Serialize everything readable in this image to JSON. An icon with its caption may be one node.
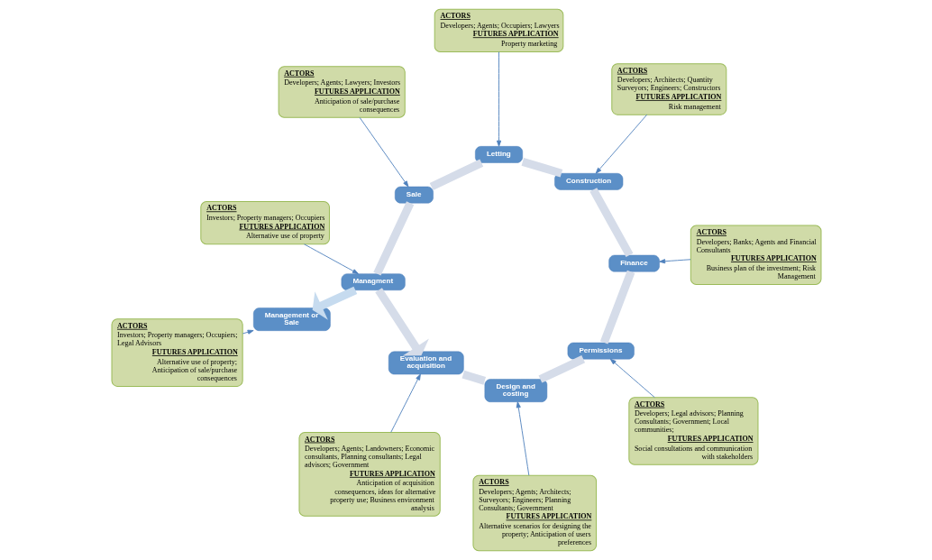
{
  "diagram": {
    "nodes": [
      {
        "text": [
          "ACTORS",
          "Investors; Property managers; Occupiers; Legal Advisors",
          "FUTURES APPLICATION",
          "Alternative use of property; Anticipation of sale/purchase consequences"
        ]
      },
      {
        "text": [
          "Management or Sale"
        ]
      },
      {
        "text": [
          "ACTORS",
          "Developers; Agents; Landowners; Economic consultants, Planning consultants; Legal advisors; Government",
          "FUTURES APPLICATION",
          "Anticipation of acquisition consequences, ideas for alternative property use; Business environment analysis"
        ]
      },
      {
        "text": [
          "ACTORS",
          "Developers; Agents; Architects; Surveyors; Engineers; Planning Consultants; Government",
          "FUTURES APPLICATION",
          "Alternative scenarios for designing the property; Anticipation of users preferences"
        ]
      },
      {
        "text": [
          "ACTORS",
          "Investors; Property managers; Occupiers",
          "FUTURES APPLICATION",
          "Alternative use of property"
        ]
      },
      {
        "text": [
          "Evaluation and acquisition"
        ]
      },
      {
        "text": [
          "Managment"
        ]
      },
      {
        "text": [
          "Design and costing"
        ]
      },
      {
        "text": [
          "ACTORS",
          "Developers; Legal advisors; Planning Consultants; Government; Local communities;",
          "FUTURES APPLICATION",
          "Social consultations and communication with stakeholders"
        ]
      },
      {
        "text": [
          "Sale"
        ]
      },
      {
        "text": [
          "Permissions"
        ]
      },
      {
        "text": [
          "ACTORS",
          "Developers; Agents; Lawyers; Investors",
          "FUTURES APPLICATION",
          "Anticipation of sale/purchase consequences"
        ]
      },
      {
        "text": [
          "Letting"
        ]
      },
      {
        "text": [
          "Finance"
        ]
      },
      {
        "text": [
          "Construction"
        ]
      },
      {
        "text": [
          "ACTORS",
          "Developers; Agents; Occupiers; Lawyers",
          "FUTURES APPLICATION",
          "Property marketing"
        ]
      },
      {
        "text": [
          "ACTORS",
          "Developers; Banks; Agents and Financial Consultants",
          "FUTURES APPLICATION",
          "Business plan of the investment; Risk Management"
        ]
      },
      {
        "text": [
          "ACTORS",
          "Developers; Architects; Quantity Surveyors; Engineers; Constructors",
          "FUTURES APPLICATION",
          "Risk management"
        ]
      }
    ],
    "edges": [
      {
        "from": 0,
        "to": 1,
        "arrow": "to"
      },
      {
        "from": 2,
        "to": 5,
        "arrow": "to"
      },
      {
        "from": 3,
        "to": 7,
        "arrow": "to"
      },
      {
        "from": 4,
        "to": 6,
        "arrow": "to"
      },
      {
        "from": 8,
        "to": 10,
        "arrow": "to"
      },
      {
        "from": 11,
        "to": 9,
        "arrow": "to"
      },
      {
        "from": 15,
        "to": 12,
        "arrow": "to"
      },
      {
        "from": 16,
        "to": 13,
        "arrow": "to"
      },
      {
        "from": 17,
        "to": 14,
        "arrow": "to"
      },
      {
        "from": 5,
        "to": 7,
        "arrow": "none",
        "style": "thick",
        "color": "#d5dce9"
      },
      {
        "from": 7,
        "to": 10,
        "arrow": "none",
        "style": "thick",
        "color": "#d5dce9"
      },
      {
        "from": 10,
        "to": 13,
        "arrow": "none",
        "style": "thick",
        "color": "#d5dce9"
      },
      {
        "from": 13,
        "to": 14,
        "arrow": "none",
        "style": "thick",
        "color": "#d5dce9"
      },
      {
        "from": 14,
        "to": 12,
        "arrow": "none",
        "style": "thick",
        "color": "#d5dce9"
      },
      {
        "from": 12,
        "to": 9,
        "arrow": "none",
        "style": "thick",
        "color": "#d5dce9"
      },
      {
        "from": 9,
        "to": 6,
        "arrow": "none",
        "style": "thick",
        "color": "#d5dce9"
      },
      {
        "from": 6,
        "to": 5,
        "arrow": "to",
        "style": "thick",
        "color": "#d5dce9"
      },
      {
        "from": 6,
        "to": 1,
        "arrow": "to",
        "style": "thick",
        "color": "#c6dbef"
      }
    ]
  }
}
